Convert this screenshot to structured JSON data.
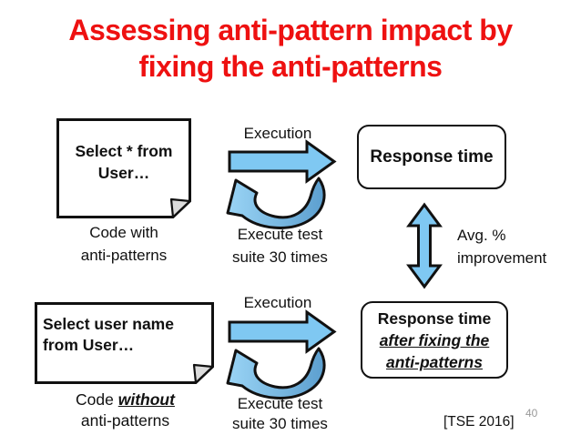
{
  "slide": {
    "title_line1": "Assessing anti-pattern impact by",
    "title_line2": "fixing the anti-patterns",
    "citation": "[TSE 2016]",
    "page_number": "40"
  },
  "top_flow": {
    "code_box_line1": "Select * from",
    "code_box_line2": "User…",
    "caption_line1": "Code with",
    "caption_line2": "anti-patterns",
    "arrow_label": "Execution",
    "loop_caption_line1": "Execute test",
    "loop_caption_line2": "suite 30 times",
    "result_box": "Response time"
  },
  "bottom_flow": {
    "code_box_line1": "Select user name",
    "code_box_line2": "from User…",
    "caption_pre": "Code ",
    "caption_emph": "without",
    "caption_line2": "anti-patterns",
    "arrow_label": "Execution",
    "loop_caption_line1": "Execute test",
    "loop_caption_line2": "suite 30 times",
    "result_line1": "Response time",
    "result_line2": "after fixing the",
    "result_line3": "anti-patterns"
  },
  "comparison": {
    "label_line1": "Avg. %",
    "label_line2": "improvement"
  },
  "colors": {
    "title_red": "#EE1111",
    "arrow_fill": "#7FC8F2",
    "arrow_fill_dark": "#5C9FCF",
    "outline": "#111111",
    "fold_gray": "#dcdcdc"
  }
}
